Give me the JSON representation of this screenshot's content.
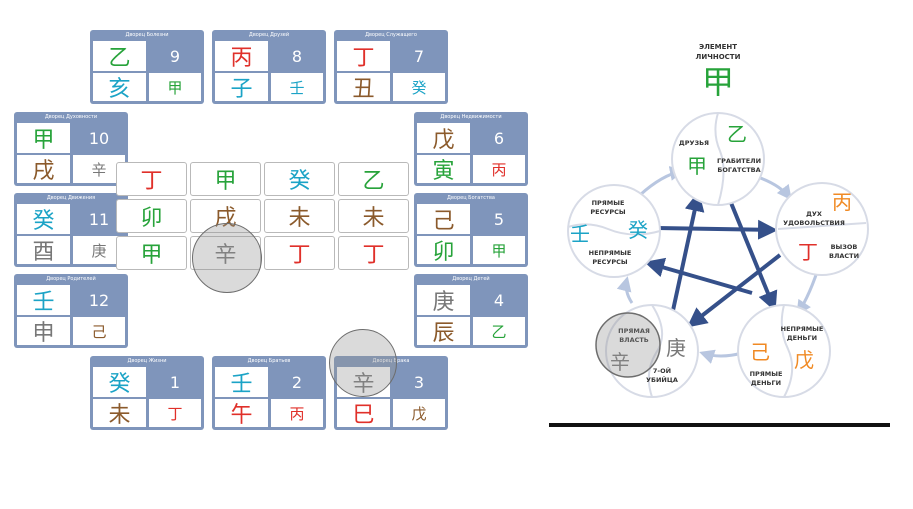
{
  "colors": {
    "green": "#27a33a",
    "red": "#e0302a",
    "cyan": "#1ba3c6",
    "brown": "#8b5a2b",
    "gray": "#777777",
    "orange": "#f08a24",
    "panel": "#7f95bb",
    "arrow": "#35508a",
    "arrow_light": "#b8c6e0"
  },
  "palaces": [
    {
      "id": "health",
      "title": "Дворец Болезни",
      "top_char": "乙",
      "top_color": "green",
      "number": "9",
      "bottom_char": "亥",
      "bottom_color": "cyan",
      "hidden": "甲",
      "hidden_color": "green"
    },
    {
      "id": "friends",
      "title": "Дворец Друзей",
      "top_char": "丙",
      "top_color": "red",
      "number": "8",
      "bottom_char": "子",
      "bottom_color": "cyan",
      "hidden": "壬",
      "hidden_color": "cyan"
    },
    {
      "id": "servants",
      "title": "Дворец Служащего",
      "top_char": "丁",
      "top_color": "red",
      "number": "7",
      "bottom_char": "丑",
      "bottom_color": "brown",
      "hidden": "癸",
      "hidden_color": "cyan"
    },
    {
      "id": "spirit",
      "title": "Дворец Духовности",
      "top_char": "甲",
      "top_color": "green",
      "number": "10",
      "bottom_char": "戌",
      "bottom_color": "brown",
      "hidden": "辛",
      "hidden_color": "gray"
    },
    {
      "id": "property",
      "title": "Дворец Недвижимости",
      "top_char": "戊",
      "top_color": "brown",
      "number": "6",
      "bottom_char": "寅",
      "bottom_color": "green",
      "hidden": "丙",
      "hidden_color": "red"
    },
    {
      "id": "movement",
      "title": "Дворец Движения",
      "top_char": "癸",
      "top_color": "cyan",
      "number": "11",
      "bottom_char": "酉",
      "bottom_color": "gray",
      "hidden": "庚",
      "hidden_color": "gray"
    },
    {
      "id": "wealth",
      "title": "Дворец Богатства",
      "top_char": "己",
      "top_color": "brown",
      "number": "5",
      "bottom_char": "卯",
      "bottom_color": "green",
      "hidden": "甲",
      "hidden_color": "green"
    },
    {
      "id": "parents",
      "title": "Дворец Родителей",
      "top_char": "壬",
      "top_color": "cyan",
      "number": "12",
      "bottom_char": "申",
      "bottom_color": "gray",
      "hidden": "己",
      "hidden_color": "brown"
    },
    {
      "id": "children",
      "title": "Дворец Детей",
      "top_char": "庚",
      "top_color": "gray",
      "number": "4",
      "bottom_char": "辰",
      "bottom_color": "brown",
      "hidden": "乙",
      "hidden_color": "green"
    },
    {
      "id": "life",
      "title": "Дворец Жизни",
      "top_char": "癸",
      "top_color": "cyan",
      "number": "1",
      "bottom_char": "未",
      "bottom_color": "brown",
      "hidden": "丁",
      "hidden_color": "red"
    },
    {
      "id": "siblings",
      "title": "Дворец Братьев",
      "top_char": "壬",
      "top_color": "cyan",
      "number": "2",
      "bottom_char": "午",
      "bottom_color": "red",
      "hidden": "丙",
      "hidden_color": "red"
    },
    {
      "id": "marriage",
      "title": "Дворец Брака",
      "top_char": "辛",
      "top_color": "gray",
      "number": "3",
      "bottom_char": "巳",
      "bottom_color": "red",
      "hidden": "戊",
      "hidden_color": "brown"
    }
  ],
  "pillars": [
    [
      {
        "c": "丁",
        "col": "red"
      },
      {
        "c": "甲",
        "col": "green"
      },
      {
        "c": "癸",
        "col": "cyan"
      },
      {
        "c": "乙",
        "col": "green"
      }
    ],
    [
      {
        "c": "卯",
        "col": "green"
      },
      {
        "c": "戌",
        "col": "brown"
      },
      {
        "c": "未",
        "col": "brown"
      },
      {
        "c": "未",
        "col": "brown"
      }
    ],
    [
      {
        "c": "甲",
        "col": "green"
      },
      {
        "c": "辛",
        "col": "gray"
      },
      {
        "c": "丁",
        "col": "red"
      },
      {
        "c": "丁",
        "col": "red"
      }
    ]
  ],
  "highlight_char": "辛",
  "cycle": {
    "personality_label": [
      "ЭЛЕМЕНТ",
      "ЛИЧНОСТИ"
    ],
    "personality_char": "甲",
    "wood": {
      "left_label": "ДРУЗЬЯ",
      "left_char": "甲",
      "right_char": "乙",
      "right_label": [
        "ГРАБИТЕЛИ",
        "БОГАТСТВА"
      ]
    },
    "fire": {
      "top_char": "丙",
      "top_label": [
        "ДУХ",
        "УДОВОЛЬСТВИЯ"
      ],
      "bottom_char": "丁",
      "bottom_label": [
        "ВЫЗОВ",
        "ВЛАСТИ"
      ]
    },
    "earth": {
      "top_label": [
        "НЕПРЯМЫЕ",
        "ДЕНЬГИ"
      ],
      "left_char": "己",
      "right_char": "戊",
      "bottom_label": [
        "ПРЯМЫЕ",
        "ДЕНЬГИ"
      ]
    },
    "metal": {
      "left_label": [
        "ПРЯМАЯ",
        "ВЛАСТЬ"
      ],
      "left_char": "辛",
      "right_char": "庚",
      "right_label": [
        "7-ОЙ",
        "УБИЙЦА"
      ]
    },
    "water": {
      "top_label": [
        "ПРЯМЫЕ",
        "РЕСУРСЫ"
      ],
      "left_char": "壬",
      "right_char": "癸",
      "bottom_label": [
        "НЕПРЯМЫЕ",
        "РЕСУРСЫ"
      ]
    }
  }
}
